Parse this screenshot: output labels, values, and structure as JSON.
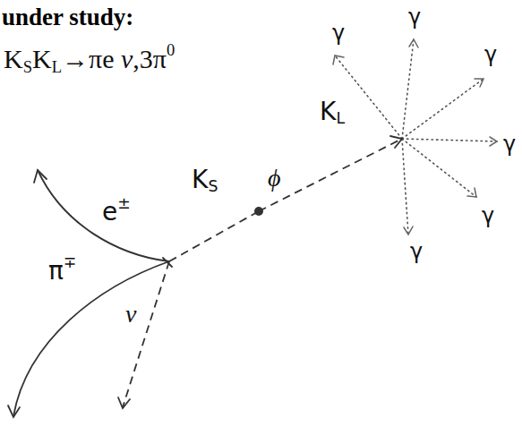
{
  "diagram": {
    "title": "under study:",
    "labels": [
      "K",
      "S",
      "K",
      "L",
      "→πe",
      "ν",
      ",3π",
      "0",
      "γ",
      "γ",
      "γ",
      "γ",
      "γ",
      "γ",
      "K",
      "L",
      "ϕ",
      "K",
      "S",
      "e",
      "±",
      "π",
      "∓",
      "ν"
    ]
  }
}
